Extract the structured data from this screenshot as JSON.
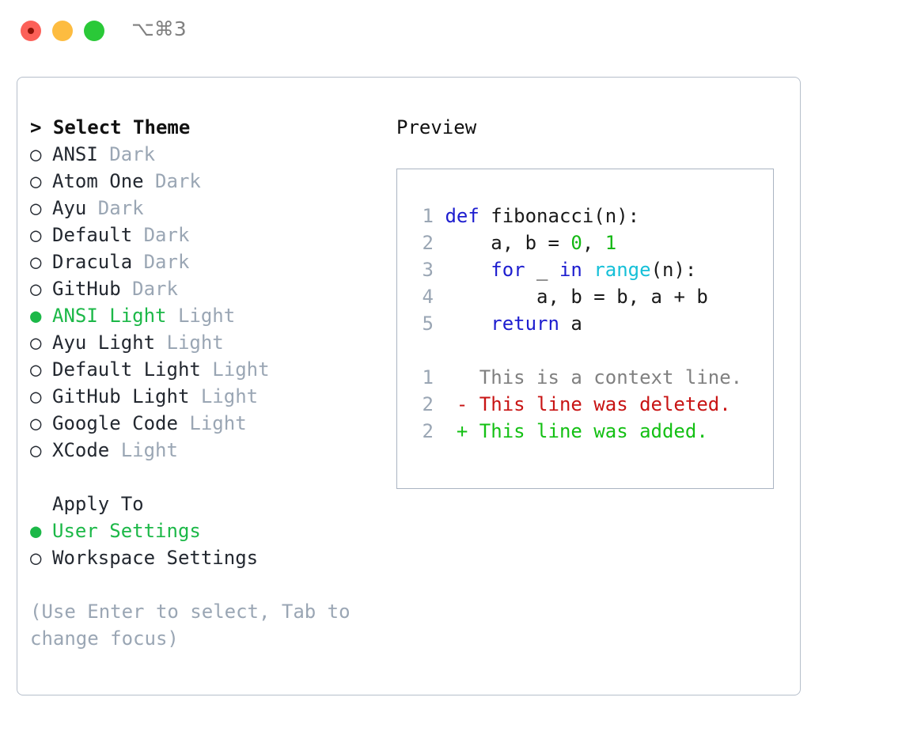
{
  "window": {
    "shortcut_label": "⌥⌘3",
    "traffic_lights": [
      {
        "name": "close",
        "color": "#fc6058"
      },
      {
        "name": "minimize",
        "color": "#fdbc40"
      },
      {
        "name": "zoom",
        "color": "#2ac938"
      }
    ]
  },
  "theme_picker": {
    "heading": "> Select Theme",
    "selected_bullet": "●",
    "unselected_bullet": "○",
    "accent_color": "#1cb848",
    "muted_color": "#9aa6b4",
    "items": [
      {
        "bullet": "○",
        "name": "ANSI",
        "suffix": " Dark",
        "selected": false
      },
      {
        "bullet": "○",
        "name": "Atom One",
        "suffix": " Dark",
        "selected": false
      },
      {
        "bullet": "○",
        "name": "Ayu",
        "suffix": " Dark",
        "selected": false
      },
      {
        "bullet": "○",
        "name": "Default",
        "suffix": " Dark",
        "selected": false
      },
      {
        "bullet": "○",
        "name": "Dracula",
        "suffix": " Dark",
        "selected": false
      },
      {
        "bullet": "○",
        "name": "GitHub",
        "suffix": " Dark",
        "selected": false
      },
      {
        "bullet": "●",
        "name": "ANSI Light",
        "suffix": " Light",
        "selected": true
      },
      {
        "bullet": "○",
        "name": "Ayu Light",
        "suffix": " Light",
        "selected": false
      },
      {
        "bullet": "○",
        "name": "Default Light",
        "suffix": " Light",
        "selected": false
      },
      {
        "bullet": "○",
        "name": "GitHub Light",
        "suffix": " Light",
        "selected": false
      },
      {
        "bullet": "○",
        "name": "Google Code",
        "suffix": " Light",
        "selected": false
      },
      {
        "bullet": "○",
        "name": "XCode",
        "suffix": " Light",
        "selected": false
      }
    ]
  },
  "apply_to": {
    "heading": "Apply To",
    "items": [
      {
        "bullet": "●",
        "name": "User Settings",
        "selected": true
      },
      {
        "bullet": "○",
        "name": "Workspace Settings",
        "selected": false
      }
    ]
  },
  "hint": "(Use Enter to select, Tab to change focus)",
  "preview": {
    "title": "Preview",
    "code_lines": [
      {
        "no": "1",
        "indent": "",
        "parts": [
          {
            "t": "def",
            "c": "kw"
          },
          {
            "t": " fibonacci(n):",
            "c": "txt"
          }
        ]
      },
      {
        "no": "2",
        "indent": "    ",
        "parts": [
          {
            "t": "a, b = ",
            "c": "txt"
          },
          {
            "t": "0",
            "c": "num"
          },
          {
            "t": ", ",
            "c": "txt"
          },
          {
            "t": "1",
            "c": "num"
          }
        ]
      },
      {
        "no": "3",
        "indent": "    ",
        "parts": [
          {
            "t": "for",
            "c": "kw"
          },
          {
            "t": " _ ",
            "c": "txt"
          },
          {
            "t": "in",
            "c": "kw"
          },
          {
            "t": " ",
            "c": "txt"
          },
          {
            "t": "range",
            "c": "fn"
          },
          {
            "t": "(n):",
            "c": "txt"
          }
        ]
      },
      {
        "no": "4",
        "indent": "        ",
        "parts": [
          {
            "t": "a, b = b, a + b",
            "c": "txt"
          }
        ]
      },
      {
        "no": "5",
        "indent": "    ",
        "parts": [
          {
            "t": "return",
            "c": "kw"
          },
          {
            "t": " a",
            "c": "txt"
          }
        ]
      }
    ],
    "diff_lines": [
      {
        "no": "1",
        "marker": "  ",
        "text": "This is a context line.",
        "kind": "ctx"
      },
      {
        "no": "2",
        "marker": "- ",
        "text": "This line was deleted.",
        "kind": "del"
      },
      {
        "no": "2",
        "marker": "+ ",
        "text": "This line was added.",
        "kind": "add"
      }
    ]
  }
}
